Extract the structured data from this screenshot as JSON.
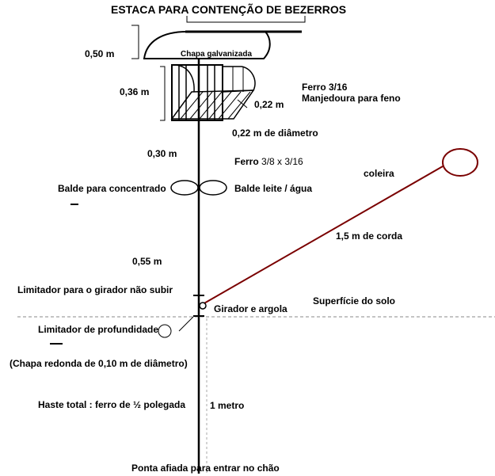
{
  "title": "ESTACA PARA CONTENÇÃO DE BEZERROS",
  "labels": {
    "height_roof": "0,50 m",
    "roof_material": "Chapa galvanizada",
    "height_feeder": "0,36 m",
    "feeder_iron": "Ferro 3/16",
    "feeder_name": "Manjedoura para feno",
    "feeder_width": "0,22 m",
    "feeder_diameter": "0,22 m de diâmetro",
    "height_upper_rod": "0,30 m",
    "rod_iron_prefix": "Ferro ",
    "rod_iron_spec": "3/8 x 3/16",
    "bucket_concentrate": "Balde para concentrado",
    "bucket_milk_water": "Balde leite / água",
    "collar": "coleira",
    "rope_length": "1,5 m de corda",
    "height_middle_rod": "0,55 m",
    "swivel_limiter": "Limitador para o girador não subir",
    "swivel_ring": "Girador e argola",
    "ground_surface": "Superfície do solo",
    "depth_limiter": "Limitador de profundidade",
    "depth_limiter_note": "(Chapa redonda de 0,10 m de diâmetro)",
    "rod_total": "Haste total : ferro de ½ polegada",
    "buried_length": "1 metro",
    "sharp_tip": "Ponta afiada para entrar no chão"
  },
  "colors": {
    "rope": "#7a0000",
    "line": "#000000",
    "guide": "#888888"
  }
}
